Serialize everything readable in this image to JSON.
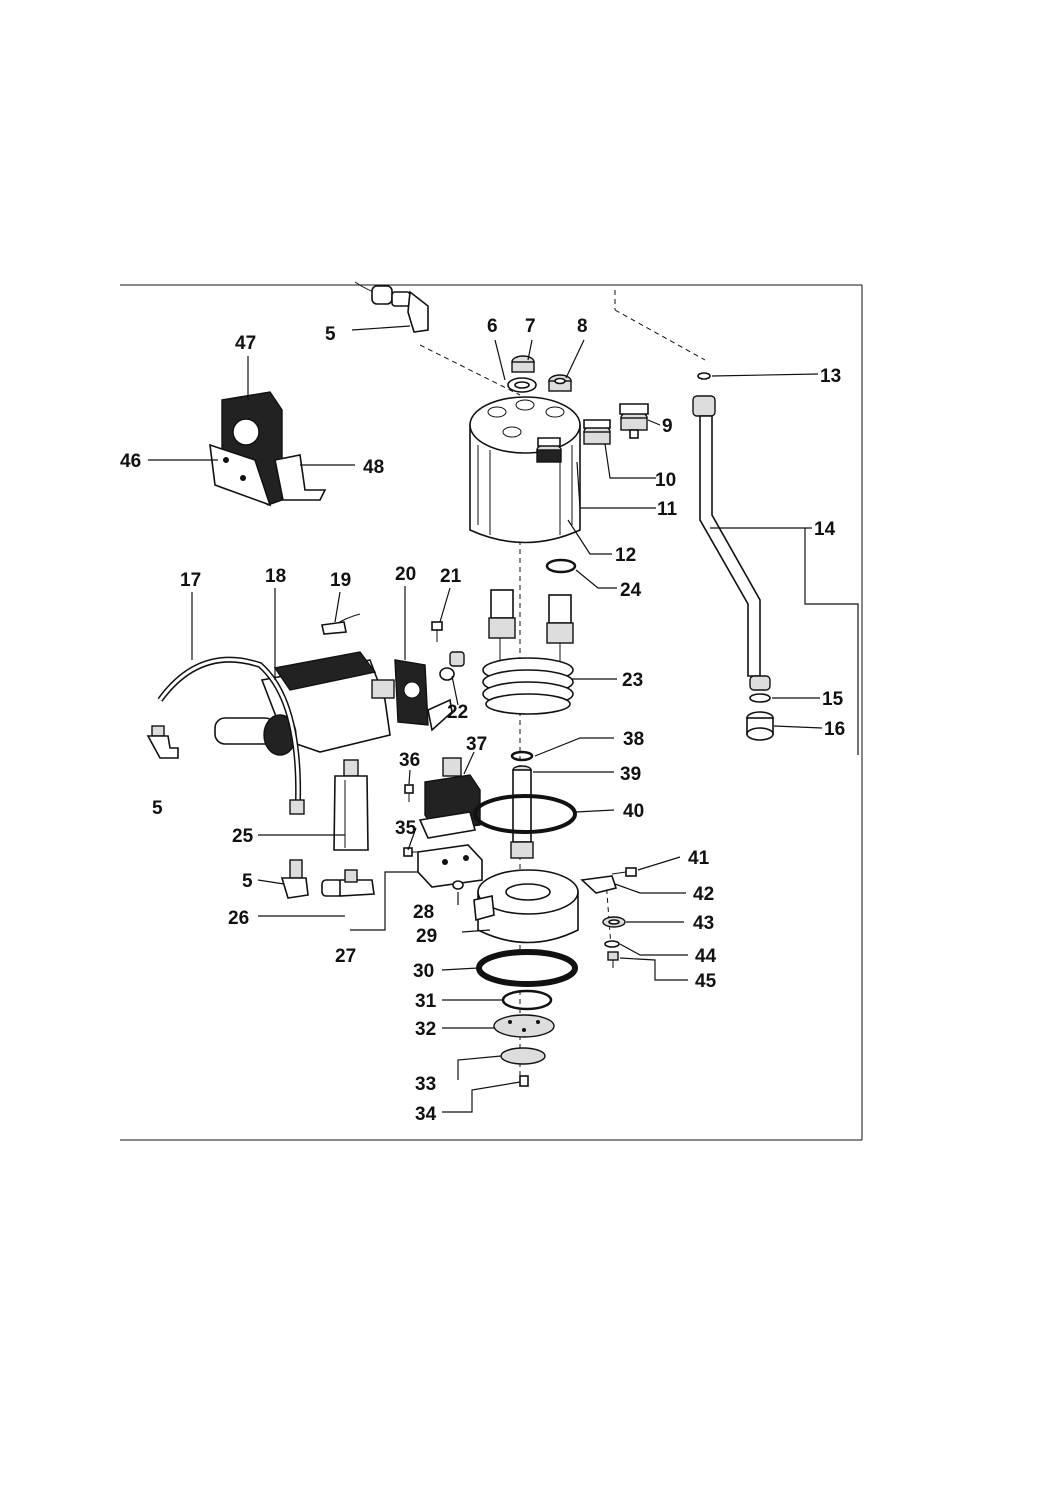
{
  "diagram": {
    "labels": [
      "5",
      "6",
      "7",
      "8",
      "9",
      "10",
      "11",
      "12",
      "13",
      "14",
      "15",
      "16",
      "17",
      "18",
      "19",
      "20",
      "21",
      "22",
      "23",
      "24",
      "25",
      "5",
      "26",
      "27",
      "28",
      "29",
      "30",
      "31",
      "32",
      "33",
      "34",
      "35",
      "36",
      "37",
      "38",
      "39",
      "40",
      "41",
      "42",
      "43",
      "44",
      "45",
      "46",
      "47",
      "48",
      "5"
    ]
  },
  "colors": {
    "ink": "#111111",
    "paper": "#ffffff",
    "shade": "#dddddd"
  }
}
